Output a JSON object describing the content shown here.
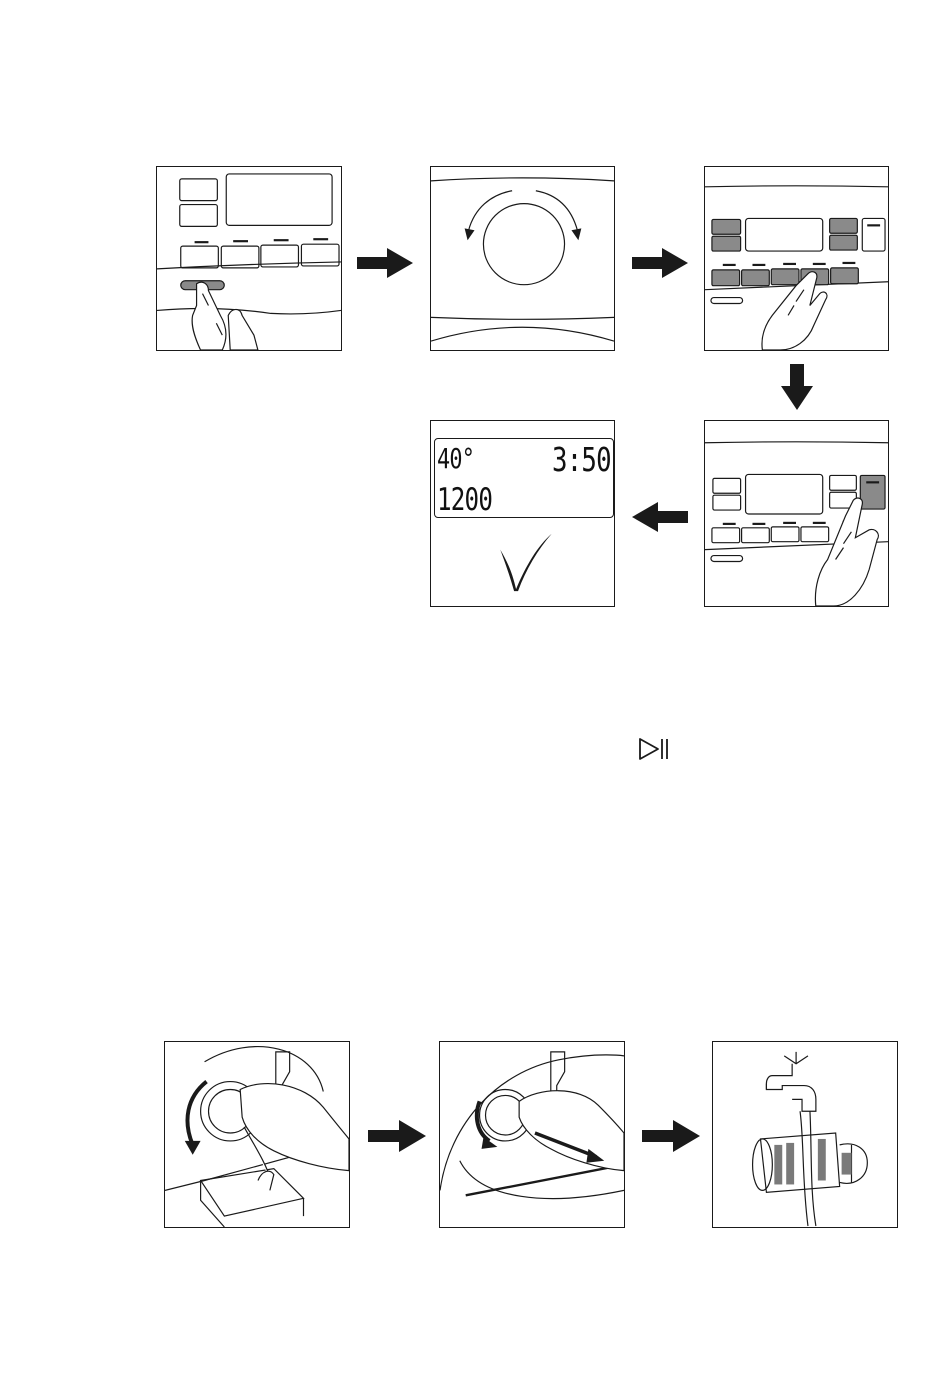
{
  "display": {
    "temperature": "40°",
    "time": "3:50",
    "spin": "1200"
  },
  "icons": {
    "start_pause": "start-pause-icon",
    "confirm": "checkmark-icon",
    "arrow": "arrow-icon"
  },
  "colors": {
    "ink": "#1a1a1a",
    "button_fill": "#8a8a8a"
  }
}
